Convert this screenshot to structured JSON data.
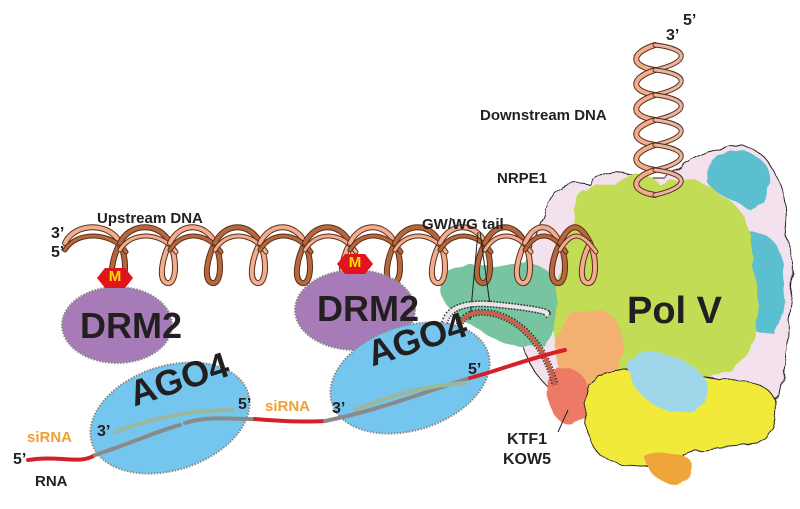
{
  "title": "RdDM: Pol V transcript, AGO4/siRNA and DRM2 schematic",
  "labels": {
    "upstream_dna": "Upstream DNA",
    "downstream_dna": "Downstream DNA",
    "nrpe1": "NRPE1",
    "gw_wg_tail": "GW/WG tail",
    "pol_v": "Pol V",
    "ktf1": "KTF1",
    "kow5": "KOW5",
    "rna": "RNA"
  },
  "strand_ends": {
    "upstream_top": "3’",
    "upstream_bottom": "5’",
    "downstream_left": "3’",
    "downstream_right": "5’",
    "rna_start": "5’"
  },
  "complexes": [
    {
      "name": "DRM2",
      "label": "DRM2",
      "color": "#a77bb7",
      "methyl_mark": "M"
    },
    {
      "name": "DRM2",
      "label": "DRM2",
      "color": "#a77bb7",
      "methyl_mark": "M"
    }
  ],
  "ago4": [
    {
      "label": "AGO4",
      "sirna_label": "siRNA",
      "end3": "3’",
      "end5": "5’",
      "color": "#74c6ef"
    },
    {
      "label": "AGO4",
      "sirna_label": "siRNA",
      "end3": "3’",
      "end5": "5’",
      "color": "#74c6ef"
    }
  ],
  "colors": {
    "dna_dark": "#b5673d",
    "dna_light": "#f2ad90",
    "rna": "#d3202a",
    "sirna_guide": "#9bb89a",
    "sirna_target": "#8a8a8a",
    "methyl_hex": "#e2141b",
    "methyl_text": "#ffe000",
    "pol_v_main": "#c3dc55",
    "nrpe1_shell": "#f4e1ee",
    "teal": "#5bbfcf",
    "green_domain": "#79c4a0",
    "orange_domain": "#f4b070",
    "ktf1_domain": "#ec7a65",
    "yellow_domain": "#f2ea3a",
    "light_blue_domain": "#9fd7ea",
    "dark_orange": "#f0a53a",
    "sirna_text": "#f0a030"
  }
}
